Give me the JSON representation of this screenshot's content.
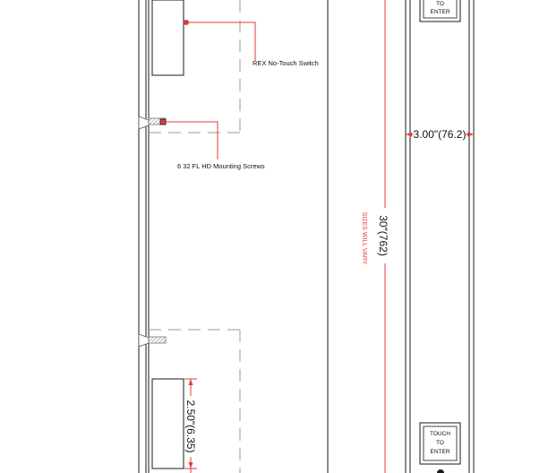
{
  "colors": {
    "accent_red": "#e23b3b",
    "line": "#1a1a1a",
    "dash": "#9a9a9a",
    "hatch": "#777777"
  },
  "callouts": {
    "rex_switch": "REX No-Touch Switch",
    "mounting_screws": "6 32 FL HD Mounting Screws"
  },
  "dimensions": {
    "width": "3.00\"(76.2)",
    "height": "30\"(762)",
    "switch_height": "2.50\"(6.35)"
  },
  "notes": {
    "sizes_vary": "SIZES WILL VARY"
  },
  "buttons": {
    "top": {
      "line1": "TO",
      "line2": "ENTER"
    },
    "bottom": {
      "line1": "TOUCH",
      "line2": "TO",
      "line3": "ENTER"
    }
  }
}
